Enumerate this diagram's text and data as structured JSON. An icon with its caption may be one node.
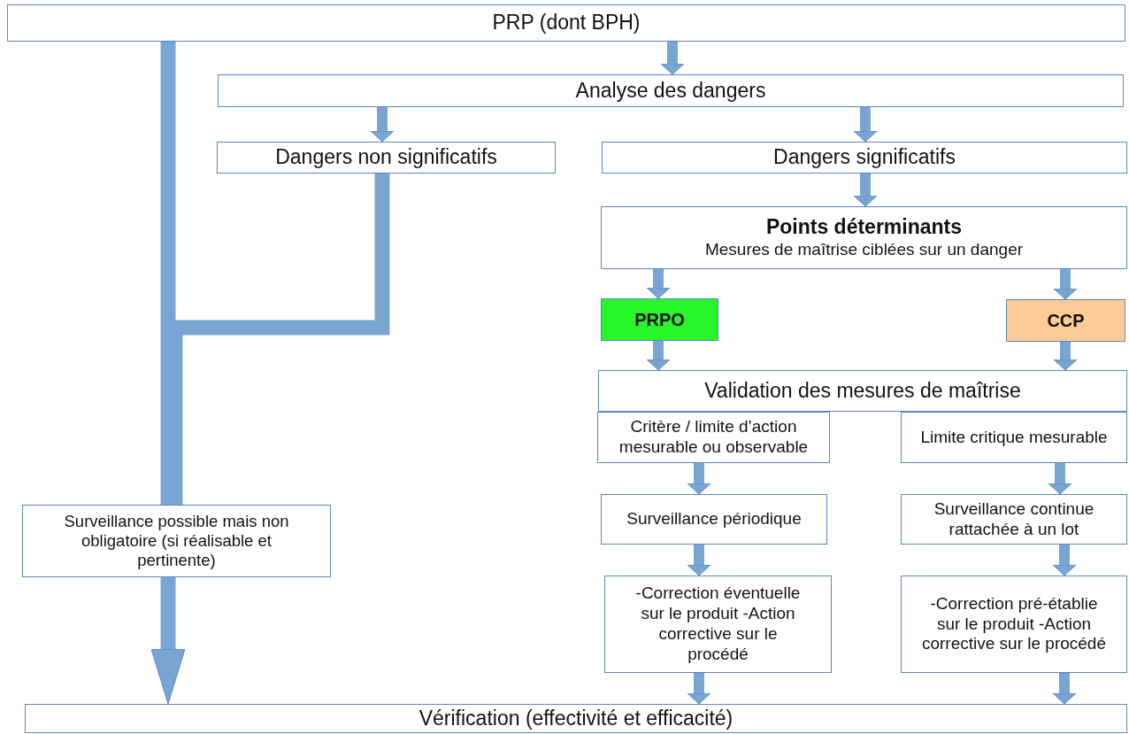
{
  "diagram": {
    "nodes": [
      {
        "text": [
          "PRP (dont BPH)"
        ]
      },
      {
        "text": [
          "Analyse des dangers"
        ]
      },
      {
        "text": [
          "Dangers non significatifs"
        ]
      },
      {
        "text": [
          "Dangers significatifs"
        ]
      },
      {
        "text": [
          "Points déterminants",
          "Mesures de maîtrise ciblées sur un danger"
        ]
      },
      {
        "text": [
          "PRPO"
        ]
      },
      {
        "text": [
          "CCP"
        ]
      },
      {
        "text": [
          "Validation des mesures de maîtrise"
        ]
      },
      {
        "text": [
          "Critère / limite d’action mesurable ou observable"
        ]
      },
      {
        "text": [
          "Limite critique mesurable"
        ]
      },
      {
        "text": [
          "Surveillance possible mais non obligatoire (si réalisable et pertinente)"
        ]
      },
      {
        "text": [
          "Surveillance périodique"
        ]
      },
      {
        "text": [
          "Surveillance continue rattachée à un lot"
        ]
      },
      {
        "text": [
          "-Correction éventuelle sur le produit -Action corrective sur le procédé"
        ]
      },
      {
        "text": [
          "-Correction pré-établie sur le produit -Action corrective sur le procédé"
        ]
      },
      {
        "text": [
          "Vérification (effectivité et efficacité)"
        ]
      }
    ],
    "edges": [
      {
        "from": 0,
        "to": 1,
        "arrow": "to"
      },
      {
        "from": 1,
        "to": 2,
        "arrow": "to"
      },
      {
        "from": 1,
        "to": 3,
        "arrow": "to"
      },
      {
        "from": 3,
        "to": 4,
        "arrow": "to"
      },
      {
        "from": 4,
        "to": 5,
        "arrow": "to"
      },
      {
        "from": 4,
        "to": 6,
        "arrow": "to"
      },
      {
        "from": 5,
        "to": 7,
        "arrow": "to"
      },
      {
        "from": 6,
        "to": 7,
        "arrow": "to"
      },
      {
        "from": 8,
        "to": 11,
        "arrow": "to"
      },
      {
        "from": 9,
        "to": 12,
        "arrow": "to"
      },
      {
        "from": 11,
        "to": 13,
        "arrow": "to"
      },
      {
        "from": 12,
        "to": 14,
        "arrow": "to"
      },
      {
        "from": 13,
        "to": 15,
        "arrow": "to"
      },
      {
        "from": 14,
        "to": 15,
        "arrow": "to"
      },
      {
        "from": 0,
        "to": 10,
        "arrow": "none"
      },
      {
        "from": 2,
        "to": 10,
        "arrow": "none"
      },
      {
        "from": 10,
        "to": 15,
        "arrow": "to"
      }
    ]
  }
}
